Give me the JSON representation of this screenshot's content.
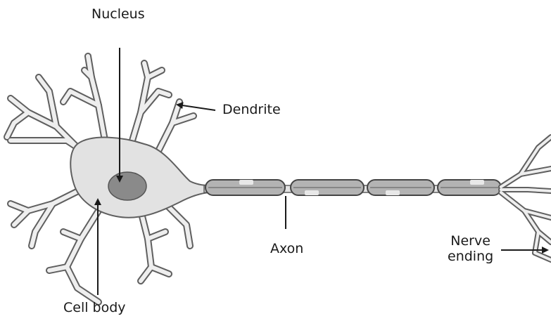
{
  "labels": {
    "nucleus": "Nucleus",
    "dendrite": "Dendrite",
    "axon": "Axon",
    "nerve_ending": "Nerve\nending",
    "cell_body": "Cell body"
  },
  "colors": {
    "cytoplasm": "#e2e2e2",
    "outline": "#5f5f5f",
    "nucleus": "#8a8a8a",
    "myelin": "#b3b3b3",
    "node": "#e8e8e8",
    "text": "#1a1a1a"
  }
}
